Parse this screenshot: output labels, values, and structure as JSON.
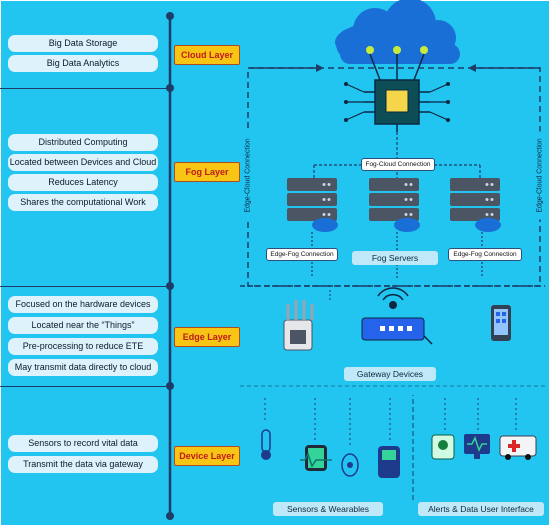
{
  "left_panel": {
    "cloud": [
      "Big Data Storage",
      "Big Data Analytics"
    ],
    "fog": [
      "Distributed Computing",
      "Located between Devices and Cloud",
      "Reduces Latency",
      "Shares the computational Work"
    ],
    "edge": [
      "Focused on the hardware devices",
      "Located near the “Things”",
      "Pre-processing to reduce ETE",
      "May transmit data directly to cloud"
    ],
    "device": [
      "Sensors to record vital data",
      "Transmit the data via gateway"
    ]
  },
  "layers": {
    "cloud": "Cloud Layer",
    "fog": "Fog Layer",
    "edge": "Edge Layer",
    "device": "Device Layer"
  },
  "connections": {
    "edge_cloud": "Edge-Cloud Connection",
    "fog_cloud": "Fog-Cloud Connection",
    "edge_fog": "Edge-Fog Connection"
  },
  "labels": {
    "fog_servers": "Fog Servers",
    "gateway_devices": "Gateway Devices",
    "sensors_wearables": "Sensors & Wearables",
    "alerts_ui": "Alerts & Data User Interface"
  },
  "colors": {
    "background": "#22c4f0",
    "layer_badge": "#f7c614",
    "dark_navy": "#1d3c68"
  }
}
